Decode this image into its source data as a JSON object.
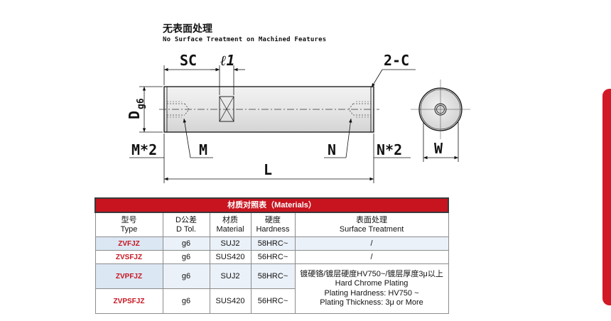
{
  "heading": {
    "title_zh": "无表面处理",
    "title_en": "No Surface Treatment on Machined Features"
  },
  "drawing": {
    "labels": {
      "sc": "SC",
      "l1": "ℓ1",
      "chamfer": "2-C",
      "diameter": "D",
      "diameter_tol": "g6",
      "m_count": "M*2",
      "m": "M",
      "n": "N",
      "n_count": "N*2",
      "length": "L",
      "width": "W"
    }
  },
  "materials_table": {
    "title": "材质对照表（Materials）",
    "headers": [
      {
        "zh": "型号",
        "en": "Type"
      },
      {
        "zh": "D公差",
        "en": "D Tol."
      },
      {
        "zh": "材质",
        "en": "Material"
      },
      {
        "zh": "硬度",
        "en": "Hardness"
      },
      {
        "zh": "表面处理",
        "en": "Surface Treatment"
      }
    ],
    "rows": [
      {
        "type": "ZVFJZ",
        "tol": "g6",
        "material": "SUJ2",
        "hardness": "58HRC~",
        "surface": "/"
      },
      {
        "type": "ZVSFJZ",
        "tol": "g6",
        "material": "SUS420",
        "hardness": "56HRC~",
        "surface": "/"
      },
      {
        "type": "ZVPFJZ",
        "tol": "g6",
        "material": "SUJ2",
        "hardness": "58HRC~"
      },
      {
        "type": "ZVPSFJZ",
        "tol": "g6",
        "material": "SUS420",
        "hardness": "56HRC~"
      }
    ],
    "plating_surface": {
      "line1": "镀硬铬/镀层硬度HV750~/镀层厚度3μ以上",
      "line2": "Hard Chrome Plating",
      "line3": "Plating Hardness: HV750 ~",
      "line4": "Plating Thickness: 3μ or More"
    }
  },
  "colors": {
    "accent_red": "#c8141f",
    "row_tint": "#eaf1f8",
    "shaft_fill": "#e8e8e8"
  }
}
